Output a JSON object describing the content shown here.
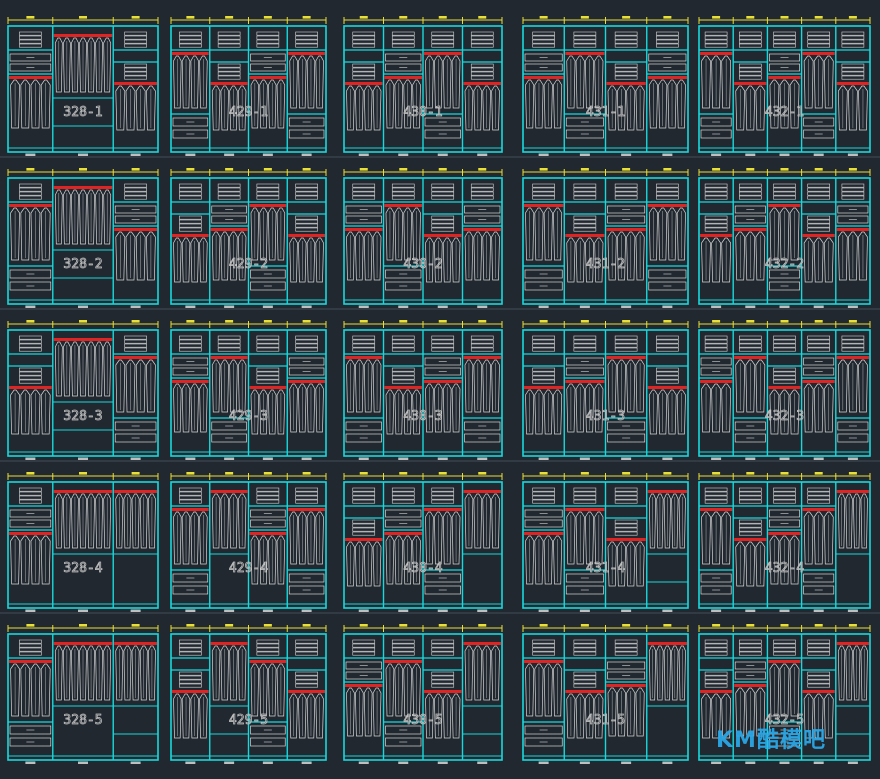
{
  "drawing": {
    "background": "#212830",
    "colors": {
      "frame": "#17d9dc",
      "dimension": "#e8e038",
      "rail": "#e02323",
      "garment": "#d6d6d6",
      "label": "#bfbfbf",
      "separator": "#8fa0b0"
    },
    "rows": [
      {
        "suffix": "1",
        "cells": [
          {
            "code": "328-1",
            "cols": 3,
            "tall": [
              1
            ]
          },
          {
            "code": "429-1",
            "cols": 4,
            "tall": []
          },
          {
            "code": "430-1",
            "cols": 4,
            "tall": []
          },
          {
            "code": "431-1",
            "cols": 4,
            "tall": []
          },
          {
            "code": "432-1",
            "cols": 5,
            "tall": []
          }
        ]
      },
      {
        "suffix": "2",
        "cells": [
          {
            "code": "328-2",
            "cols": 3,
            "tall": [
              1
            ]
          },
          {
            "code": "429-2",
            "cols": 4,
            "tall": []
          },
          {
            "code": "430-2",
            "cols": 4,
            "tall": []
          },
          {
            "code": "431-2",
            "cols": 4,
            "tall": []
          },
          {
            "code": "432-2",
            "cols": 5,
            "tall": []
          }
        ]
      },
      {
        "suffix": "3",
        "cells": [
          {
            "code": "328-3",
            "cols": 3,
            "tall": [
              1
            ]
          },
          {
            "code": "429-3",
            "cols": 4,
            "tall": []
          },
          {
            "code": "430-3",
            "cols": 4,
            "tall": []
          },
          {
            "code": "431-3",
            "cols": 4,
            "tall": []
          },
          {
            "code": "432-3",
            "cols": 5,
            "tall": []
          }
        ]
      },
      {
        "suffix": "4",
        "cells": [
          {
            "code": "328-4",
            "cols": 3,
            "tall": [
              1,
              2
            ]
          },
          {
            "code": "429-4",
            "cols": 4,
            "tall": [
              1
            ]
          },
          {
            "code": "430-4",
            "cols": 4,
            "tall": [
              3
            ]
          },
          {
            "code": "431-4",
            "cols": 4,
            "tall": [
              3
            ]
          },
          {
            "code": "432-4",
            "cols": 5,
            "tall": [
              4
            ]
          }
        ]
      },
      {
        "suffix": "5",
        "cells": [
          {
            "code": "328-5",
            "cols": 3,
            "tall": [
              1,
              2
            ]
          },
          {
            "code": "429-5",
            "cols": 4,
            "tall": [
              1
            ]
          },
          {
            "code": "430-5",
            "cols": 4,
            "tall": [
              3
            ]
          },
          {
            "code": "431-5",
            "cols": 4,
            "tall": [
              3
            ]
          },
          {
            "code": "432-5",
            "cols": 5,
            "tall": [
              4
            ]
          }
        ]
      }
    ]
  },
  "watermark": {
    "text": "KM酷模吧"
  }
}
